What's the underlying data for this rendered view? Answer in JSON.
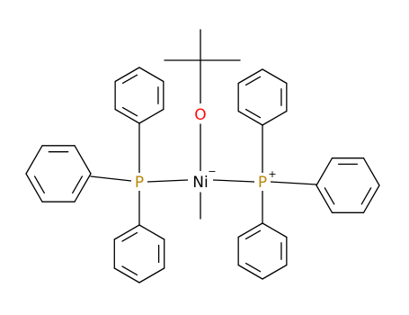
{
  "molecule": {
    "atoms": {
      "O": "O",
      "Ni": "Ni",
      "Ni_charge": "−",
      "P_left": "P",
      "P_right": "P",
      "P_right_charge": "+"
    }
  },
  "colors": {
    "bond": "#000000",
    "oxygen": "#ff0d0d",
    "phosphorus": "#b8860b",
    "nickel": "#000000"
  }
}
